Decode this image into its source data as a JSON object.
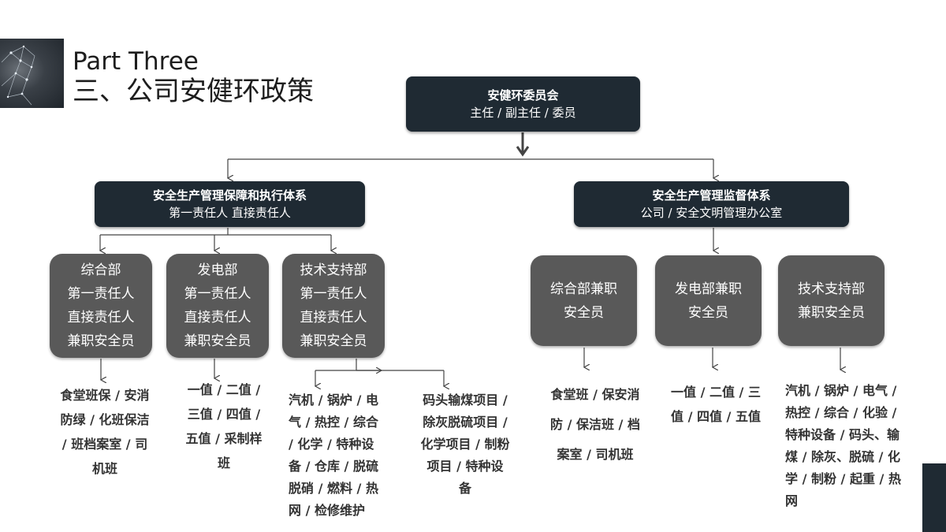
{
  "header": {
    "part_label": "Part Three",
    "section_title": "三、公司安健环政策"
  },
  "committee": {
    "title": "安健环委员会",
    "members": "主任 / 副主任 / 委员"
  },
  "branches": [
    {
      "title": "安全生产管理保障和执行体系",
      "subtitle": "第一责任人 直接责任人",
      "departments": [
        {
          "lines": [
            "综合部",
            "第一责任人",
            "直接责任人",
            "兼职安全员"
          ]
        },
        {
          "lines": [
            "发电部",
            "第一责任人",
            "直接责任人",
            "兼职安全员"
          ]
        },
        {
          "lines": [
            "技术支持部",
            "第一责任人",
            "直接责任人",
            "兼职安全员"
          ]
        }
      ]
    },
    {
      "title": "安全生产管理监督体系",
      "subtitle": "公司 / 安全文明管理办公室",
      "departments": [
        {
          "lines": [
            "综合部兼职",
            "安全员"
          ]
        },
        {
          "lines": [
            "发电部兼职",
            "安全员"
          ]
        },
        {
          "lines": [
            "技术支持部",
            "兼职安全员"
          ]
        }
      ]
    }
  ],
  "teams": {
    "exec_general": [
      "食堂班保 / 安消",
      "防绿 / 化班保洁",
      "/ 班档案室 / 司",
      "机班"
    ],
    "exec_power": [
      "一值 / 二值 /",
      "三值 / 四值 /",
      "五值 / 采制样",
      "班"
    ],
    "exec_tech_a": [
      "汽机 / 锅炉 / 电",
      "气 / 热控 / 综合",
      "/ 化学 / 特种设",
      "备 / 仓库 / 脱硫",
      "脱硝 / 燃料 / 热",
      "网 / 检修维护"
    ],
    "exec_tech_b": [
      "码头输煤项目 /",
      "除灰脱硫项目 /",
      "化学项目 / 制粉",
      "项目 / 特种设",
      "备"
    ],
    "sup_general": [
      "食堂班 / 保安消",
      "防 / 保洁班 / 档",
      "案室 / 司机班"
    ],
    "sup_power": [
      "一值 / 二值 / 三",
      "值 / 四值 / 五值"
    ],
    "sup_tech": [
      "汽机 / 锅炉 / 电气 /",
      "热控 / 综合 / 化验 /",
      "特种设备 / 码头、输",
      "煤 / 除灰、脱硫 / 化",
      "学 / 制粉 / 起重 / 热",
      "网"
    ]
  },
  "colors": {
    "dark_box": "#1f2a33",
    "dept_box": "#595959",
    "connector": "#444444"
  },
  "icons": {
    "logo": "abstract-network-figure"
  }
}
